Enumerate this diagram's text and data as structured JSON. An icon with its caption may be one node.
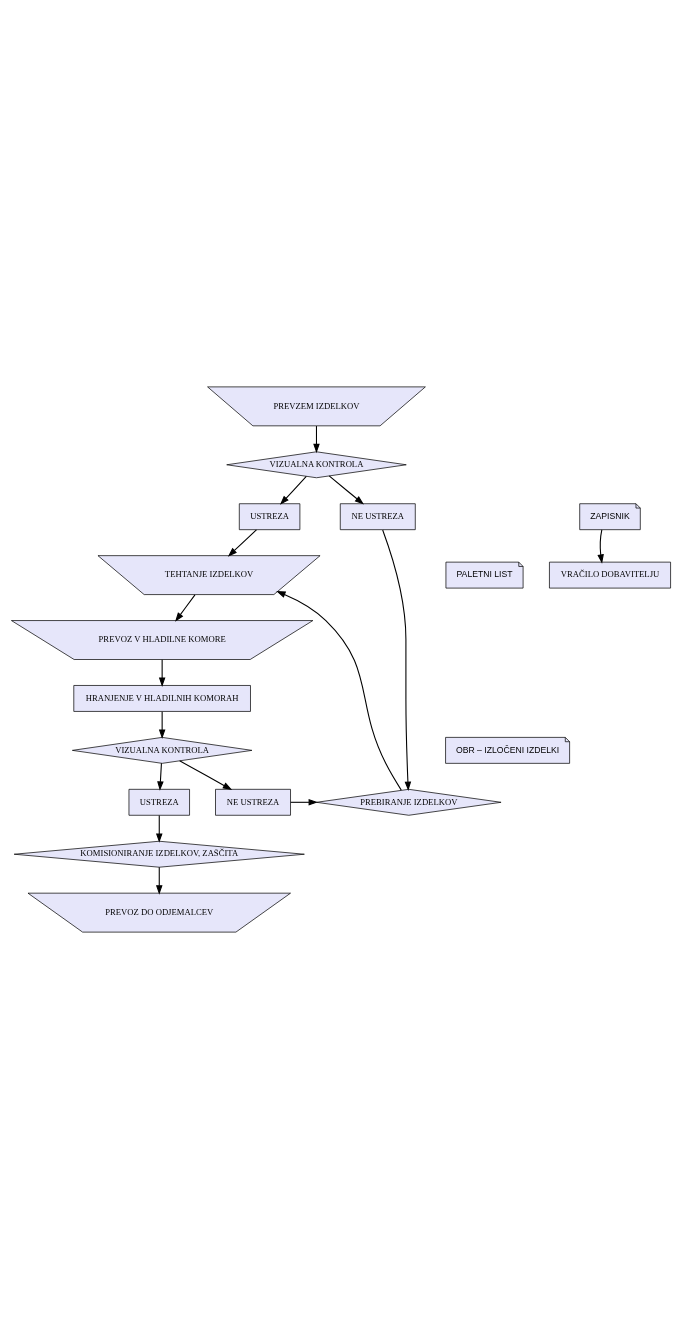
{
  "diagram": {
    "nodes": [
      {
        "text": [
          "PREVZEM IZDELKOV"
        ]
      },
      {
        "text": [
          "VIZUALNA KONTROLA"
        ]
      },
      {
        "text": [
          "VRAČILO DOBAVITELJU"
        ]
      },
      {
        "text": [
          "USTREZA"
        ]
      },
      {
        "text": [
          "NE USTREZA"
        ]
      },
      {
        "text": [
          "ZAPISNIK"
        ]
      },
      {
        "text": [
          "PALETNI LIST"
        ]
      },
      {
        "text": [
          "TEHTANJE IZDELKOV"
        ]
      },
      {
        "text": [
          "PREVOZ V HLADILNE KOMORE"
        ]
      },
      {
        "text": [
          "HRANJENJE V HLADILNIH KOMORAH"
        ]
      },
      {
        "text": [
          "VIZUALNA KONTROLA"
        ]
      },
      {
        "text": [
          "OBR – IZLOČENI IZDELKI"
        ]
      },
      {
        "text": [
          "PREBIRANJE IZDELKOV"
        ]
      },
      {
        "text": [
          "USTREZA"
        ]
      },
      {
        "text": [
          "NE USTREZA"
        ]
      },
      {
        "text": [
          "KOMISIONIRANJE IZDELKOV, ZAŠČITA"
        ]
      },
      {
        "text": [
          "PREVOZ DO ODJEMALCEV"
        ]
      }
    ],
    "edges": [
      {
        "from": 0,
        "to": 1,
        "arrow": "to"
      },
      {
        "from": 1,
        "to": 3,
        "arrow": "to"
      },
      {
        "from": 1,
        "to": 4,
        "arrow": "to"
      },
      {
        "from": 5,
        "to": 2,
        "arrow": "to"
      },
      {
        "from": 3,
        "to": 7,
        "arrow": "to"
      },
      {
        "from": 4,
        "to": 12,
        "arrow": "to"
      },
      {
        "from": 12,
        "to": 7,
        "arrow": "to"
      },
      {
        "from": 7,
        "to": 8,
        "arrow": "to"
      },
      {
        "from": 8,
        "to": 9,
        "arrow": "to"
      },
      {
        "from": 9,
        "to": 10,
        "arrow": "to"
      },
      {
        "from": 10,
        "to": 13,
        "arrow": "to"
      },
      {
        "from": 10,
        "to": 14,
        "arrow": "to"
      },
      {
        "from": 14,
        "to": 12,
        "arrow": "to"
      },
      {
        "from": 13,
        "to": 15,
        "arrow": "to"
      },
      {
        "from": 15,
        "to": 16,
        "arrow": "to"
      }
    ]
  }
}
